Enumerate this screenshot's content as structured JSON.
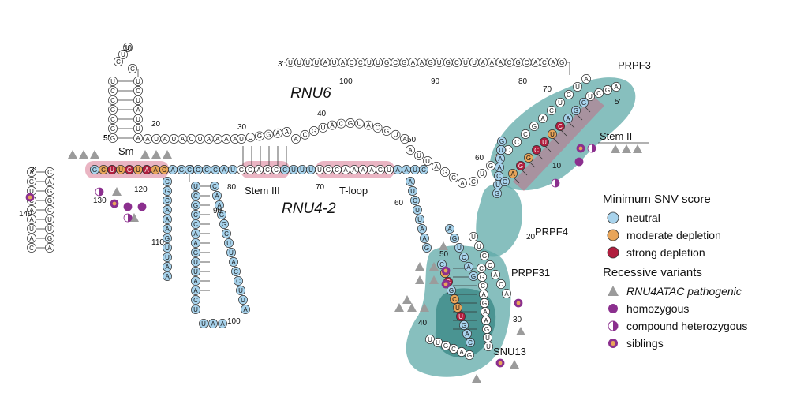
{
  "rnu6": {
    "label": "RNU6",
    "end3": "3'",
    "seq_top": "UUUUAUACCUUGCGAAGUGCUUAAACGCACAG",
    "left_arm_label": "5'",
    "ticks": [
      "100",
      "90",
      "80",
      "70",
      "60",
      "50",
      "40",
      "30",
      "20",
      "10"
    ]
  },
  "rnu4": {
    "label": "RNU4-2",
    "end3": "3'",
    "end5": "5'",
    "ticks": [
      "140",
      "130",
      "120",
      "110",
      "100",
      "90",
      "80",
      "70",
      "60",
      "50",
      "40",
      "30",
      "20",
      "10"
    ]
  },
  "regions": {
    "sm": "Sm",
    "stem3": "Stem III",
    "tloop": "T-loop",
    "stem2": "Stem II"
  },
  "proteins": [
    "PRPF3",
    "PRPF4",
    "PRPF31",
    "SNU13"
  ],
  "legend": {
    "title1": "Minimum SNV score",
    "items1": [
      {
        "label": "neutral",
        "color": "#a8d3ec"
      },
      {
        "label": "moderate depletion",
        "color": "#e8a55a"
      },
      {
        "label": "strong depletion",
        "color": "#b01e3e"
      }
    ],
    "title2": "Recessive variants",
    "items2": [
      {
        "label": "RNU4ATAC pathogenic",
        "sym": "triangle"
      },
      {
        "label": "homozygous",
        "sym": "homo"
      },
      {
        "label": "compound heterozygous",
        "sym": "half"
      },
      {
        "label": "siblings",
        "sym": "sib"
      }
    ]
  },
  "colors": {
    "neutral": "#a8d3ec",
    "moderate": "#e8a55a",
    "strong": "#b01e3e",
    "region": "#5fa9a8",
    "highlight": "#d05a7a",
    "tri": "#9b9b9b",
    "homo": "#8b2f8e"
  }
}
